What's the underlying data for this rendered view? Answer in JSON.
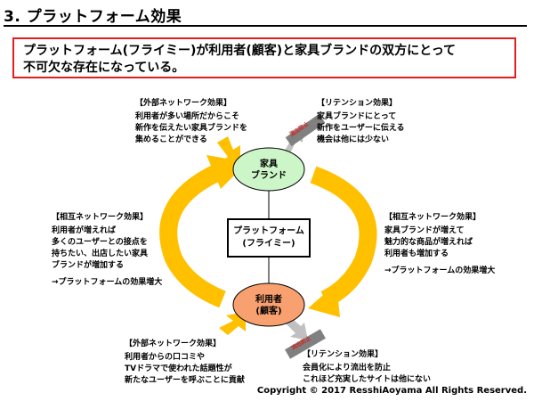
{
  "header": {
    "title": "3. プラットフォーム効果"
  },
  "banner": {
    "line1": "プラットフォーム(フライミー)が利用者(顧客)と家具ブランドの双方にとって",
    "line2": "不可欠な存在になっている。"
  },
  "nodes": {
    "brand": {
      "line1": "家具",
      "line2": "ブランド",
      "fill": "#ccf5c8"
    },
    "user": {
      "line1": "利用者",
      "line2": "(顧客)",
      "fill": "#f8a070"
    },
    "platform": {
      "line1": "プラットフォーム",
      "line2": "(フライミー)"
    }
  },
  "notes": {
    "top_left": {
      "heading": "【外部ネットワーク効果】",
      "lines": [
        "利用者が多い場所だからこそ",
        "新作を伝えたい家具ブランドを",
        "集めることができる"
      ]
    },
    "top_right": {
      "heading": "【リテンション効果】",
      "lines": [
        "家具ブランドにとって",
        "新作をユーザーに伝える",
        "機会は他には少ない"
      ]
    },
    "left": {
      "heading": "【相互ネットワーク効果】",
      "lines": [
        "利用者が増えれば",
        "多くのユーザーとの接点を",
        "持ちたい、出店したい家具",
        "ブランドが増加する",
        "",
        "→プラットフォームの効果増大"
      ]
    },
    "right": {
      "heading": "【相互ネットワーク効果】",
      "lines": [
        "家具ブランドが増えて",
        "魅力的な商品が増えれば",
        "利用者も増加する",
        "",
        "→プラットフォームの効果増大"
      ]
    },
    "bottom_left": {
      "heading": "【外部ネットワーク効果】",
      "lines": [
        "利用者からの口コミや",
        "TVドラマで使われた話題性が",
        "新たなユーザーを呼ぶことに貢献"
      ]
    },
    "bottom_right": {
      "heading": "【リテンション効果】",
      "lines": [
        "会員化により流出を防止",
        "これほど充実したサイトは他にない"
      ]
    },
    "stop_top": {
      "label": "流出防止"
    },
    "stop_bottom": {
      "label": "流出防止"
    }
  },
  "colors": {
    "arrow": "#ffc000",
    "border": "#e02020",
    "exit_arrow": "#c0c0c0"
  },
  "footer": {
    "copyright": "Copyright © 2017 ResshiAoyama All Rights Reserved."
  }
}
